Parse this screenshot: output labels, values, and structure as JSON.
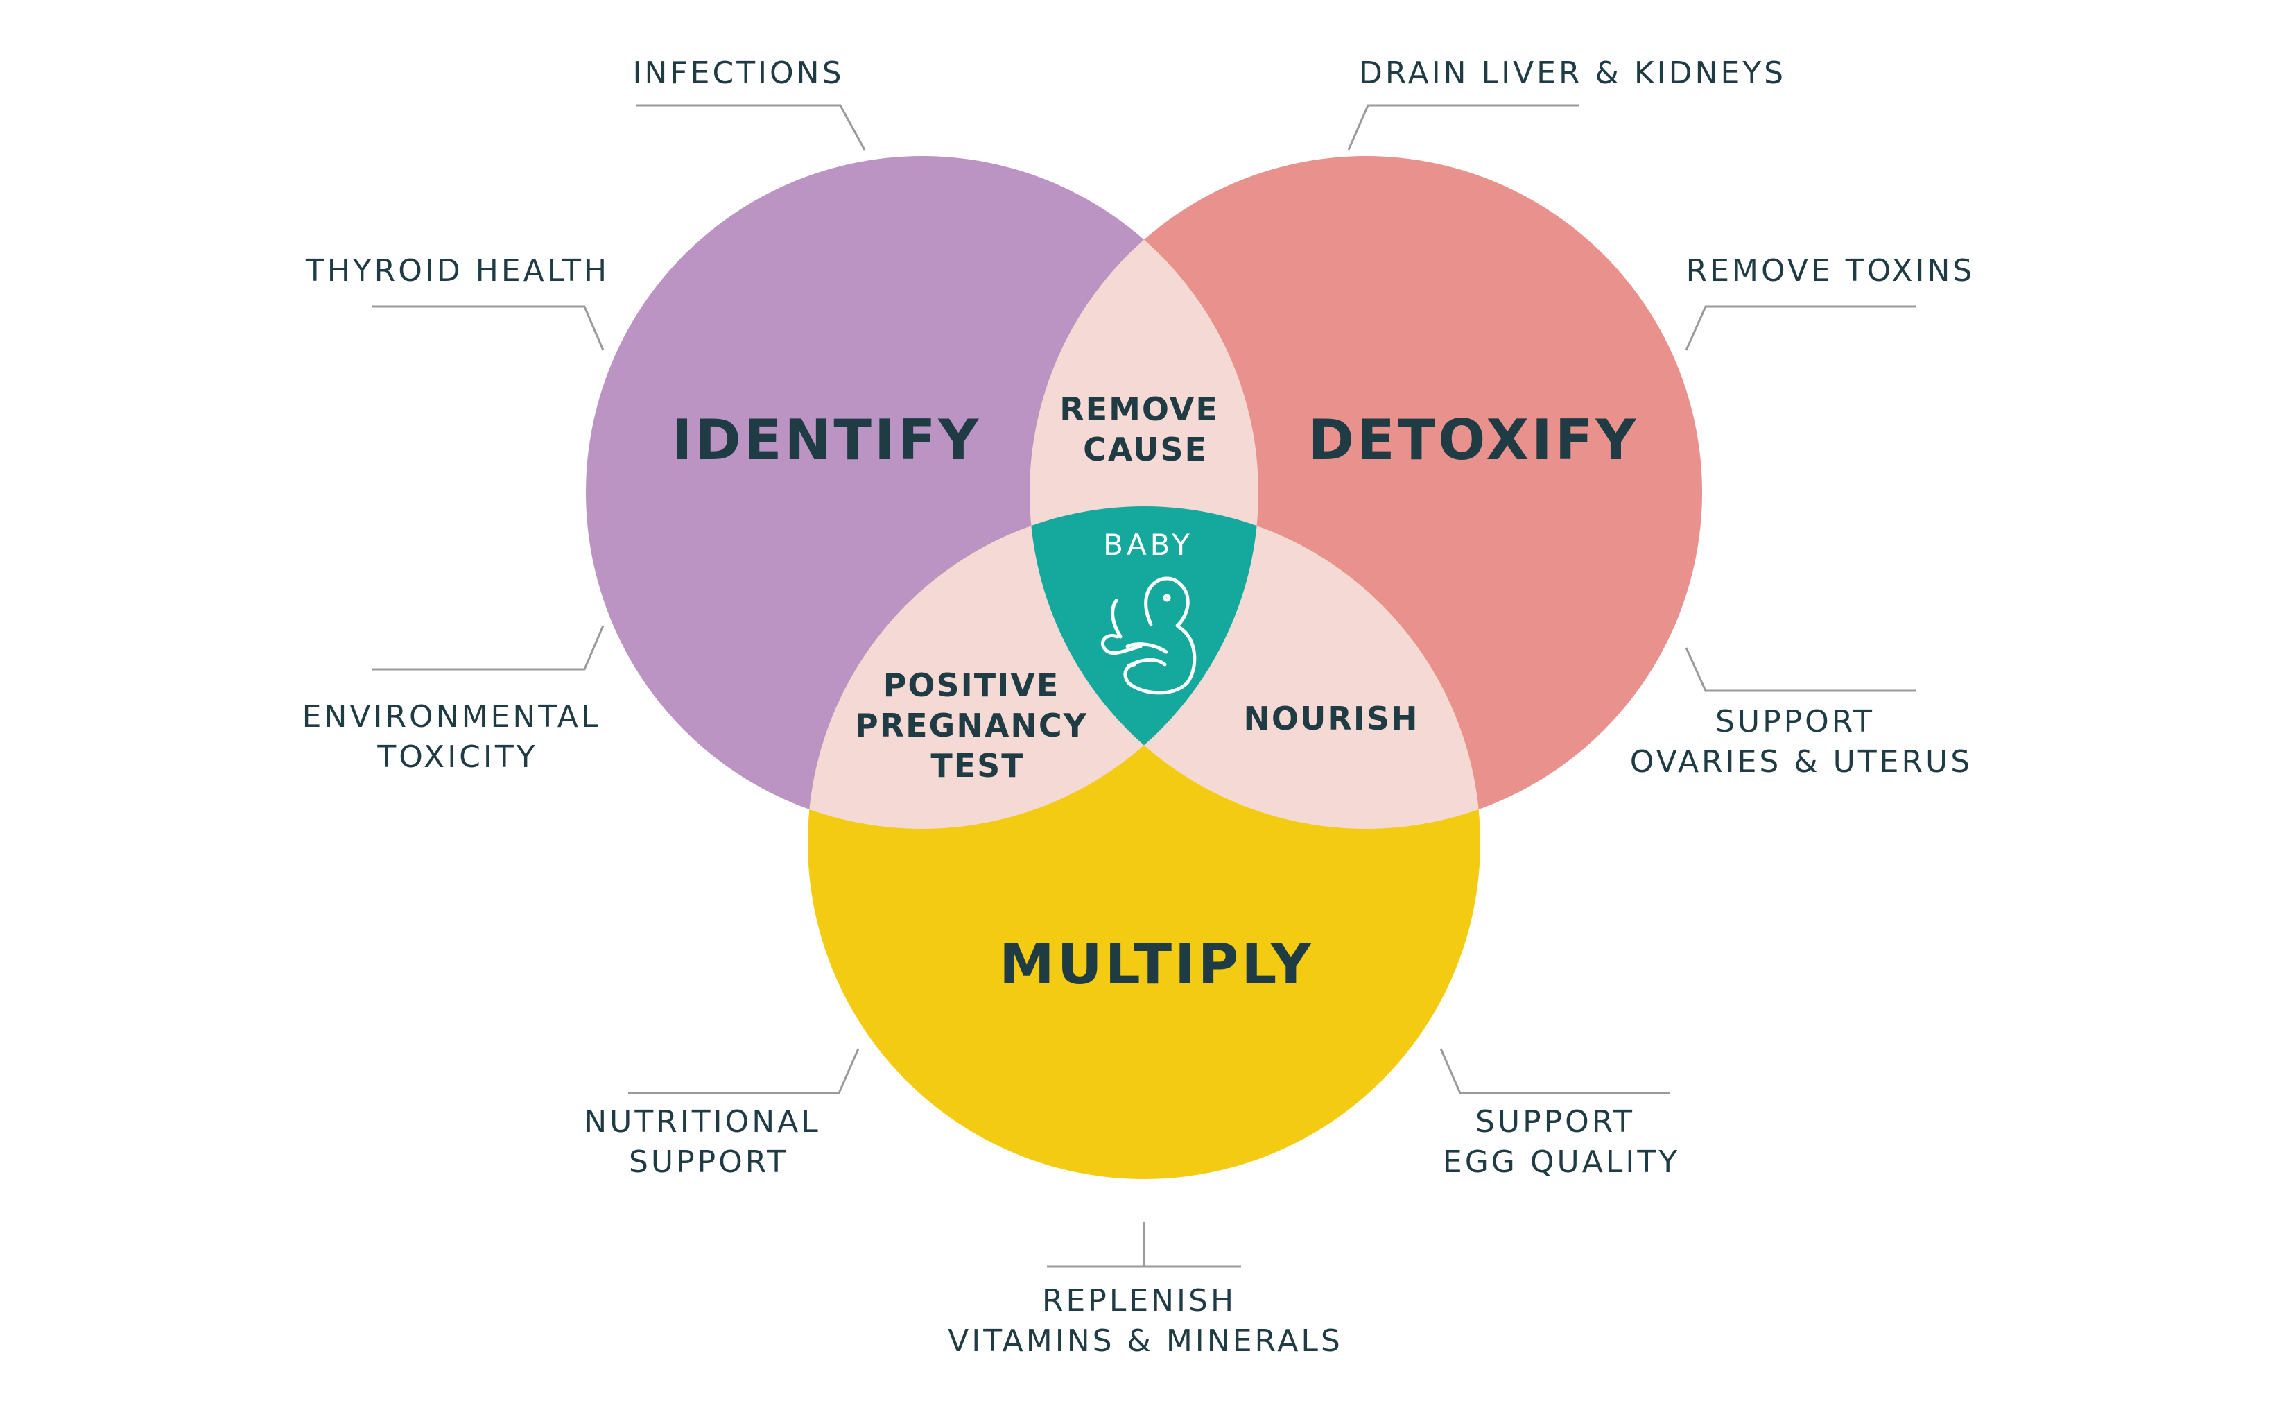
{
  "colors": {
    "identify": "#BB94C4",
    "detoxify": "#E8918D",
    "multiply": "#F2CB12",
    "overlap": "#F5D9D4",
    "center": "#15A89D",
    "text": "#1F3B44",
    "baby_text": "#FFFFFF",
    "leader_line": "#9A9A9A"
  },
  "circles": {
    "identify": {
      "label": "IDENTIFY"
    },
    "detoxify": {
      "label": "DETOXIFY"
    },
    "multiply": {
      "label": "MULTIPLY"
    }
  },
  "overlaps": {
    "identify_detoxify": {
      "lines": [
        "REMOVE",
        "CAUSE"
      ]
    },
    "identify_multiply": {
      "lines": [
        "POSITIVE",
        "PREGNANCY",
        "TEST"
      ]
    },
    "detoxify_multiply": {
      "lines": [
        "NOURISH"
      ]
    },
    "center": {
      "label": "BABY",
      "icon": "baby-icon"
    }
  },
  "external_labels": {
    "infections": {
      "lines": [
        "INFECTIONS"
      ]
    },
    "thyroid_health": {
      "lines": [
        "THYROID HEALTH"
      ]
    },
    "environmental_toxicity": {
      "lines": [
        "ENVIRONMENTAL",
        "TOXICITY"
      ]
    },
    "drain_liver_kidneys": {
      "lines": [
        "DRAIN LIVER & KIDNEYS"
      ]
    },
    "remove_toxins": {
      "lines": [
        "REMOVE TOXINS"
      ]
    },
    "support_ovaries_uterus": {
      "lines": [
        "SUPPORT",
        "OVARIES & UTERUS"
      ]
    },
    "nutritional_support": {
      "lines": [
        "NUTRITIONAL",
        "SUPPORT"
      ]
    },
    "support_egg_quality": {
      "lines": [
        "SUPPORT",
        "EGG QUALITY"
      ]
    },
    "replenish_vitamins": {
      "lines": [
        "REPLENISH",
        "VITAMINS & MINERALS"
      ]
    }
  }
}
